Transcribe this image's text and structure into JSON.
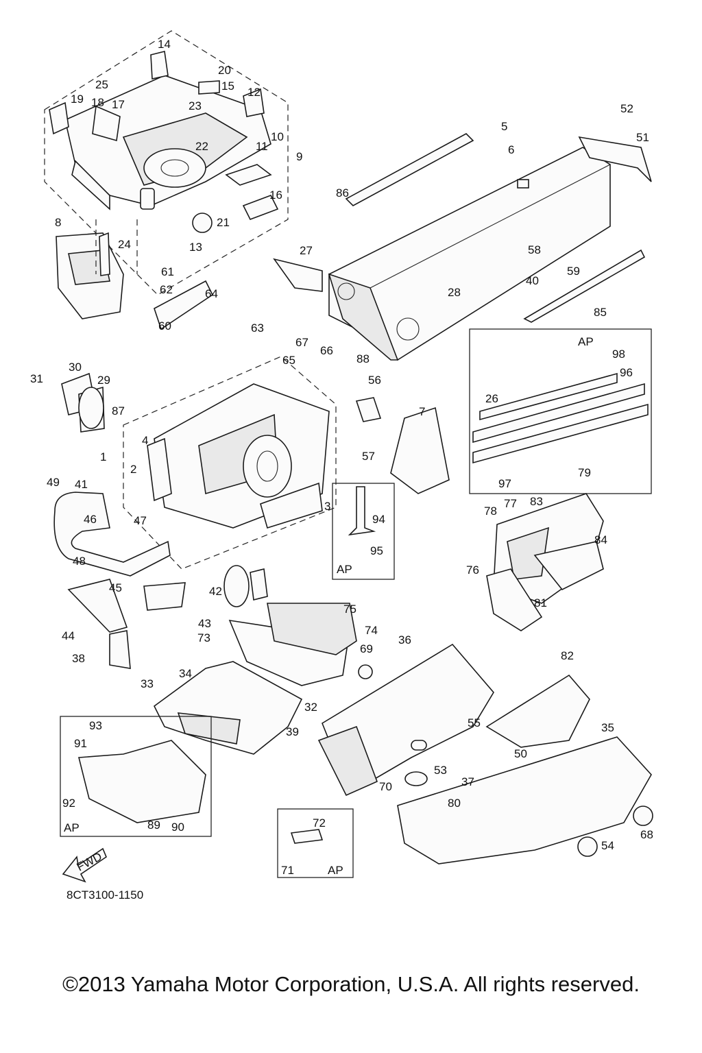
{
  "diagram": {
    "part_number": "8CT3100-1150",
    "fwd_label": "FWD",
    "ap_label": "AP",
    "callouts": [
      "1",
      "2",
      "3",
      "4",
      "5",
      "6",
      "7",
      "8",
      "9",
      "10",
      "11",
      "12",
      "13",
      "14",
      "15",
      "16",
      "17",
      "18",
      "19",
      "20",
      "21",
      "22",
      "23",
      "24",
      "25",
      "26",
      "27",
      "28",
      "29",
      "30",
      "31",
      "32",
      "33",
      "34",
      "35",
      "36",
      "37",
      "38",
      "39",
      "40",
      "41",
      "42",
      "43",
      "44",
      "45",
      "46",
      "47",
      "48",
      "49",
      "50",
      "51",
      "52",
      "53",
      "54",
      "55",
      "56",
      "57",
      "58",
      "59",
      "60",
      "61",
      "62",
      "63",
      "64",
      "65",
      "66",
      "67",
      "68",
      "69",
      "70",
      "71",
      "72",
      "73",
      "74",
      "75",
      "76",
      "77",
      "78",
      "79",
      "80",
      "81",
      "82",
      "83",
      "84",
      "85",
      "86",
      "87",
      "88",
      "89",
      "90",
      "91",
      "92",
      "93",
      "94",
      "95",
      "96",
      "97",
      "98"
    ]
  },
  "footer": {
    "copyright": "©2013 Yamaha Motor Corporation, U.S.A. All rights reserved."
  }
}
